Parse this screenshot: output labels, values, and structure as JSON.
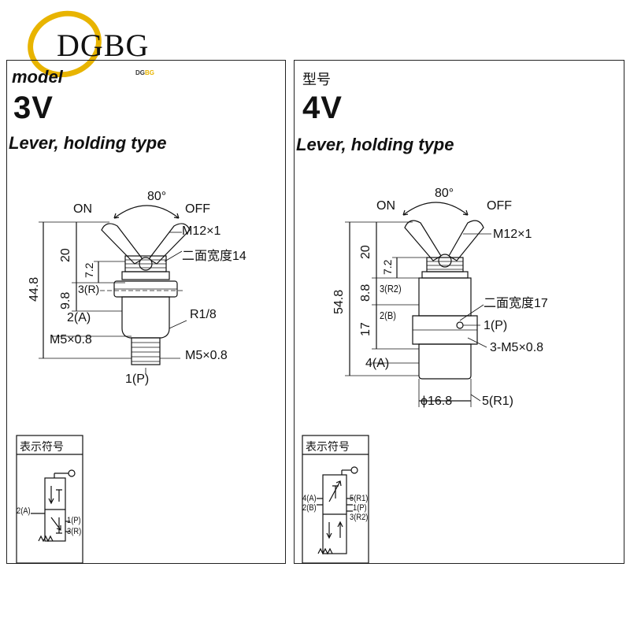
{
  "logo": {
    "text": "DGBG",
    "small_prefix": "DG",
    "small_suffix": "BG"
  },
  "left": {
    "model_label": "model",
    "model": "3V",
    "type": "Lever, holding type",
    "angle": "80°",
    "on": "ON",
    "off": "OFF",
    "thread_top": "M12×1",
    "across_flats": "二面宽度14",
    "port_r": "3(R)",
    "port_a": "2(A)",
    "r18": "R1/8",
    "m5_left": "M5×0.8",
    "m5_right": "M5×0.8",
    "port_p": "1(P)",
    "dim_total": "44.8",
    "dim_20": "20",
    "dim_72": "7.2",
    "dim_98": "9.8",
    "symbol_title": "表示符号",
    "sym_2a": "2(A)",
    "sym_1p": "1(P)",
    "sym_3r": "3(R)"
  },
  "right": {
    "model_label": "型号",
    "model": "4V",
    "type": "Lever, holding type",
    "angle": "80°",
    "on": "ON",
    "off": "OFF",
    "thread_top": "M12×1",
    "across_flats": "二面宽度17",
    "port_r2": "3(R2)",
    "port_b": "2(B)",
    "port_p": "1(P)",
    "m5": "3-M5×0.8",
    "port_a": "4(A)",
    "diameter": "ϕ16.8",
    "port_r1": "5(R1)",
    "dim_total": "54.8",
    "dim_20": "20",
    "dim_72": "7.2",
    "dim_88": "8.8",
    "dim_17": "17",
    "symbol_title": "表示符号",
    "sym_4a": "4(A)",
    "sym_2b": "2(B)",
    "sym_5r1": "5(R1)",
    "sym_1p": "1(P)",
    "sym_3r2": "3(R2)"
  }
}
